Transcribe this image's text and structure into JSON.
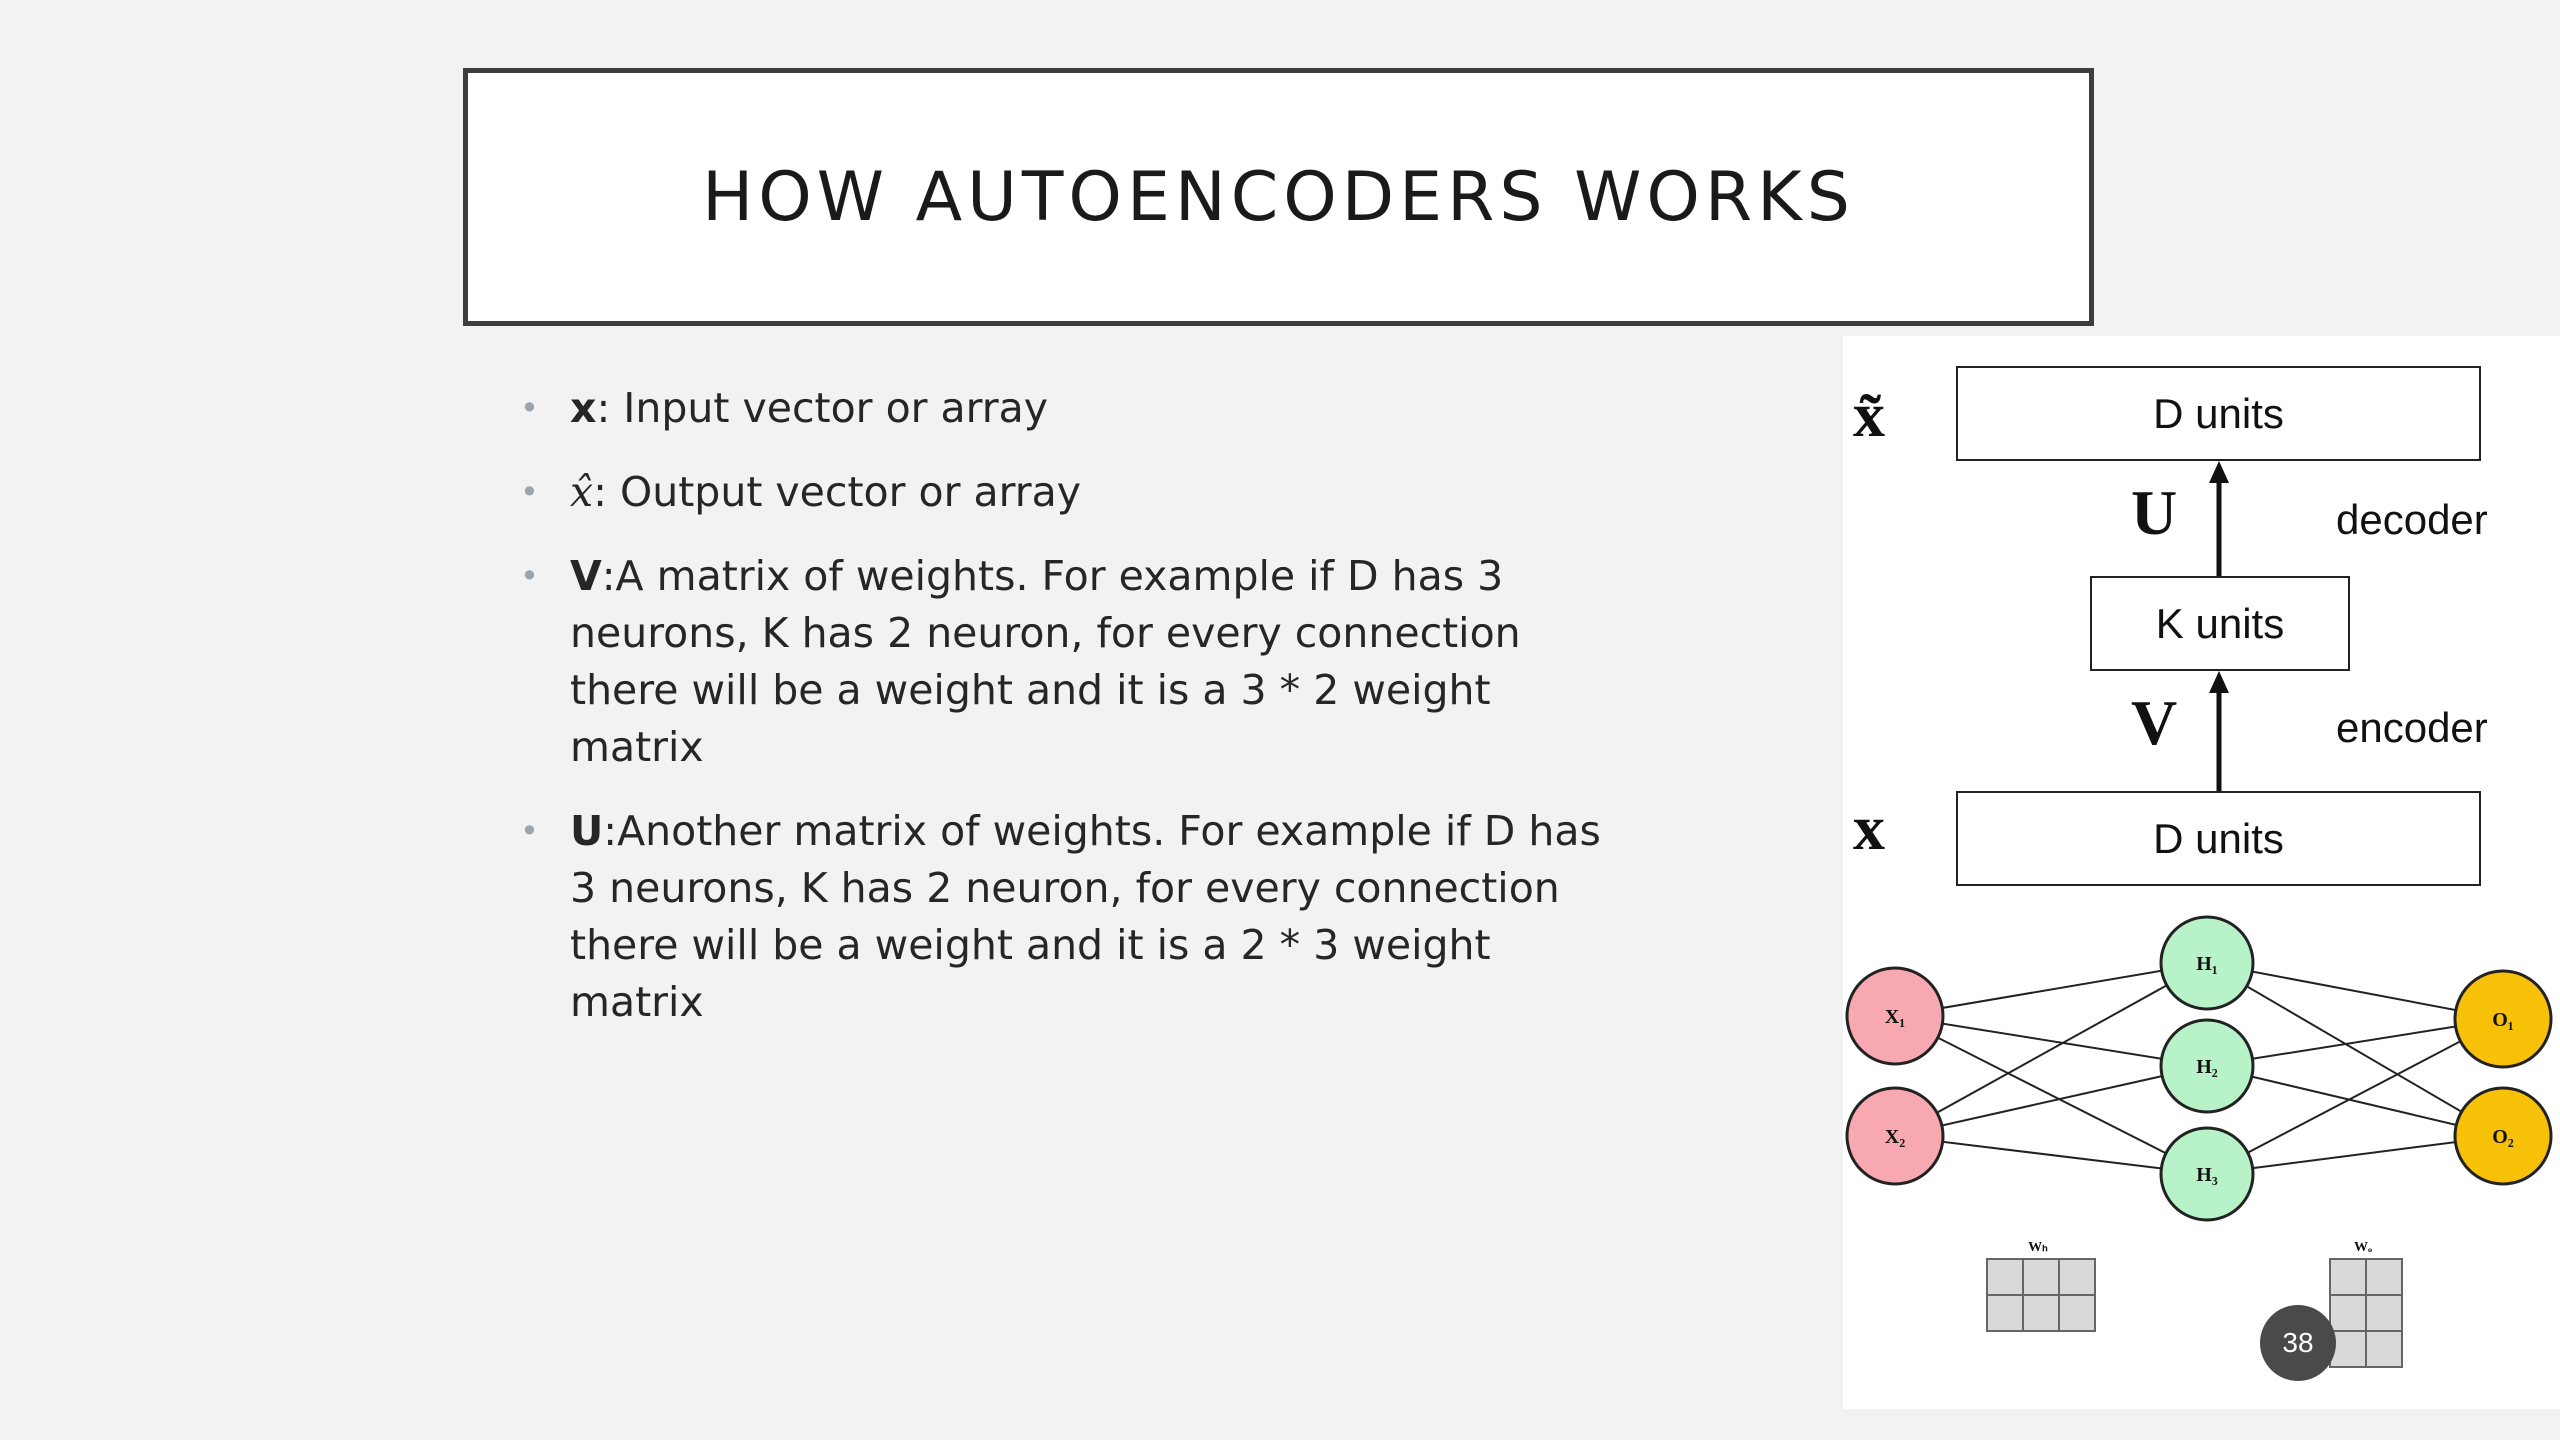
{
  "slide": {
    "title": "HOW AUTOENCODERS WORKS",
    "page_number": "38"
  },
  "bullets": [
    {
      "symbol": "x",
      "text": ": Input vector or array"
    },
    {
      "symbol": "x̂",
      "text": ": Output vector or array"
    },
    {
      "symbol": "V",
      "text": ":A matrix of weights. For example if D has 3 neurons, K has 2 neuron, for every connection there will be a weight and it is a 3 * 2 weight matrix"
    },
    {
      "symbol": "U",
      "text": ":Another matrix of weights. For example if D has 3 neurons, K has 2 neuron, for every connection there will be a weight and it is a 2 * 3 weight matrix"
    }
  ],
  "diagram": {
    "top_box": "D units",
    "middle_box": "K units",
    "bottom_box": "D units",
    "output_symbol": "x̃",
    "input_symbol": "x",
    "decoder_weight": "U",
    "encoder_weight": "V",
    "decoder_label": "decoder",
    "encoder_label": "encoder"
  },
  "network": {
    "inputs": [
      "X₁",
      "X₂"
    ],
    "hidden": [
      "H₁",
      "H₂",
      "H₃"
    ],
    "outputs": [
      "O₁",
      "O₂"
    ],
    "weight_labels": [
      "Wₕ",
      "Wₒ"
    ],
    "colors": {
      "input": "#f7a8b0",
      "hidden": "#b8f2c8",
      "output": "#f7c107"
    }
  }
}
